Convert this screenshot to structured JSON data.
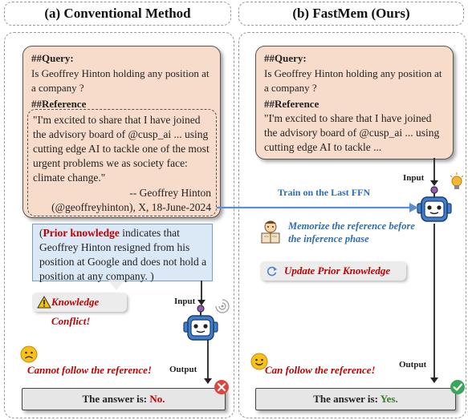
{
  "left": {
    "header": "(a) Conventional Method",
    "query_heading": "##Query:",
    "query_text": "Is Geoffrey Hinton holding any position at a company ?",
    "reference_heading": "##Reference",
    "reference_body": "\"I'm excited to share that I have joined the advisory board of @cusp_ai ... using cutting edge AI to tackle one of the most urgent problems we as society face: climate change.\"",
    "reference_sig1": "-- Geoffrey Hinton",
    "reference_sig2": "(@geoffreyhinton), X, 18-June-2024",
    "prior_open": "(",
    "prior_label": "Prior knowledge",
    "prior_text": "indicates that Geoffrey Hinton resigned from his position at Google and does not hold a position at any company. )",
    "conflict_label": "Knowledge Conflict!",
    "input_label": "Input",
    "output_label": "Output",
    "fail_label": "Cannot follow the reference!",
    "answer_prefix": "The answer is: ",
    "answer_value": "No."
  },
  "right": {
    "header": "(b) FastMem (Ours)",
    "query_heading": "##Query:",
    "query_text": "Is Geoffrey Hinton holding any position at a company ?",
    "reference_heading": "##Reference",
    "reference_body": "\"I'm excited to share that I have joined the advisory board of @cusp_ai ... using cutting edge AI to tackle ...",
    "train_label": "Train on the Last FFN",
    "memorize_label": "Memorize the reference before the inference phase",
    "update_label": "Update Prior Knowledge",
    "input_label": "Input",
    "output_label": "Output",
    "success_label": "Can follow the reference!",
    "answer_prefix": "The answer is: ",
    "answer_value": "Yes."
  },
  "colors": {
    "card_fill": "#f8dccb",
    "blue_box": "#dbe8f6",
    "red": "#c00000",
    "blue": "#2e6db4",
    "green": "#3a7a2a",
    "robot_blue": "#3f7fd0",
    "arrow_blue": "#5a8fd2"
  },
  "icons": [
    "robot-icon",
    "warning-icon",
    "sad-face-icon",
    "smile-face-icon",
    "cross-icon",
    "check-icon",
    "lightbulb-icon",
    "cycle-icon",
    "reader-icon",
    "confusion-icon"
  ]
}
